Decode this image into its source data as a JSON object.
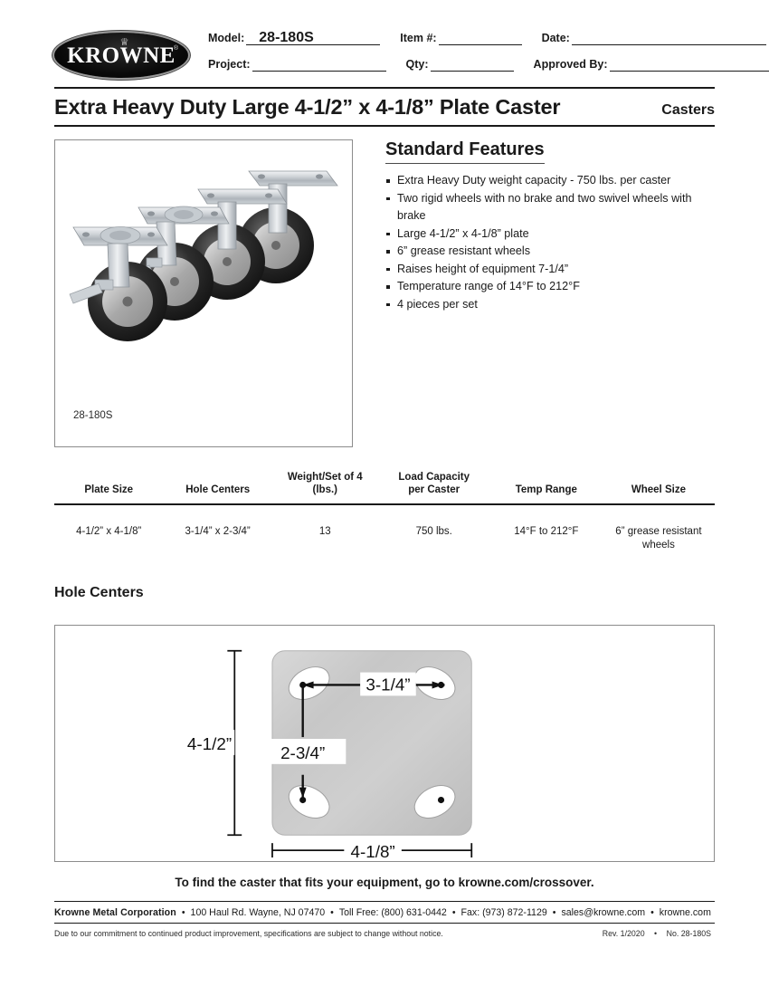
{
  "brand": {
    "logo_text": "KROWNE",
    "logo_crown_icon": "crown-icon",
    "logo_tm": "®"
  },
  "header_fields": {
    "model_label": "Model:",
    "model_value": "28-180S",
    "item_label": "Item #:",
    "item_value": "",
    "date_label": "Date:",
    "date_value": "",
    "project_label": "Project:",
    "project_value": "",
    "qty_label": "Qty:",
    "qty_value": "",
    "approved_label": "Approved By:",
    "approved_value": ""
  },
  "title_band": {
    "title": "Extra Heavy Duty Large 4-1/2” x 4-1/8” Plate Caster",
    "category": "Casters"
  },
  "photo": {
    "caption": "28-180S",
    "alt_name": "four-caster-product-photo"
  },
  "features": {
    "heading": "Standard Features",
    "items": [
      "Extra Heavy Duty weight capacity - 750 lbs. per caster",
      "Two rigid wheels with no brake and two swivel wheels with brake",
      "Large 4-1/2” x 4-1/8” plate",
      "6” grease resistant wheels",
      "Raises height of equipment 7-1/4”",
      "Temperature range of 14°F to 212°F",
      "4 pieces per set"
    ]
  },
  "spec_table": {
    "columns": [
      "Plate Size",
      "Hole Centers",
      "Weight/Set of 4 (lbs.)",
      "Load Capacity per Caster",
      "Temp Range",
      "Wheel Size"
    ],
    "columns_line1": [
      "Plate Size",
      "Hole Centers",
      "Weight/Set of 4",
      "Load Capacity",
      "Temp Range",
      "Wheel Size"
    ],
    "columns_line2": [
      "",
      "",
      "(lbs.)",
      "per Caster",
      "",
      ""
    ],
    "rows": [
      {
        "plate_size": "4-1/2” x 4-1/8”",
        "hole_centers": "3-1/4” x 2-3/4”",
        "weight_set_of_4": "13",
        "load_capacity": "750 lbs.",
        "temp_range": "14°F to 212°F",
        "wheel_size": "6” grease resistant wheels"
      }
    ]
  },
  "hole_centers": {
    "heading": "Hole Centers",
    "dim_height": "4-1/2”",
    "dim_width": "4-1/8”",
    "dim_hole_horizontal": "3-1/4”",
    "dim_hole_vertical": "2-3/4”"
  },
  "cta": {
    "text": "To find the caster that fits your equipment, go to krowne.com/crossover."
  },
  "footer": {
    "company": "Krowne Metal Corporation",
    "address": "100 Haul Rd. Wayne, NJ 07470",
    "toll_free": "Toll Free: (800) 631-0442",
    "fax": "Fax: (973) 872-1129",
    "email": "sales@krowne.com",
    "website": "krowne.com",
    "bullet": "•",
    "disclaimer": "Due to our commitment to continued product improvement, specifications are subject to change without notice.",
    "revision": "Rev. 1/2020",
    "doc_number": "No. 28-180S"
  },
  "colors": {
    "ink": "#1a1a1a",
    "rule": "#8c8c8c",
    "plate_metal": "#c9c9c9"
  }
}
